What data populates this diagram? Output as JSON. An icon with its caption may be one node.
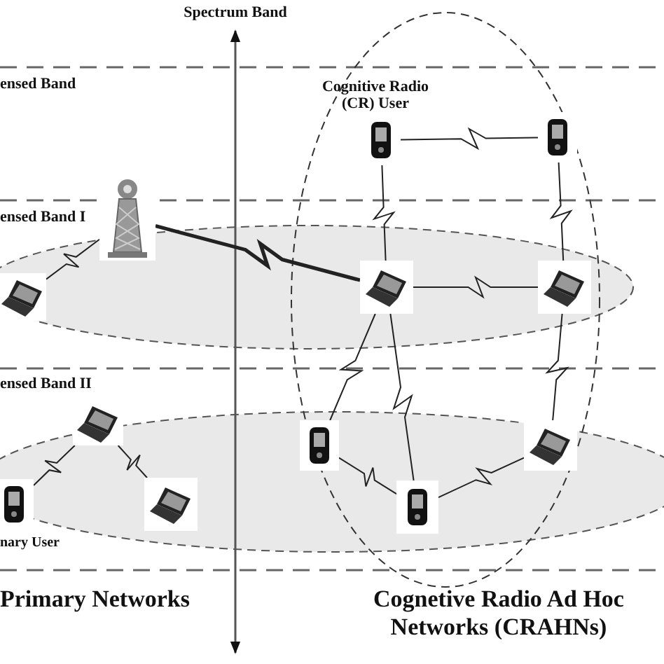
{
  "diagram": {
    "nodes": [
      {
        "text": [],
        "shape": "tower"
      },
      {
        "text": [],
        "shape": "laptop"
      },
      {
        "text": [],
        "shape": "laptop"
      },
      {
        "text": [],
        "shape": "phone",
        "beside": [
          "nary User"
        ]
      },
      {
        "text": [],
        "shape": "laptop"
      },
      {
        "text": [],
        "shape": "phone",
        "beside": [
          "Cognitive Radio (CR) User"
        ]
      },
      {
        "text": [],
        "shape": "phone"
      },
      {
        "text": [],
        "shape": "laptop"
      },
      {
        "text": [],
        "shape": "laptop"
      },
      {
        "text": [],
        "shape": "phone"
      },
      {
        "text": [],
        "shape": "laptop"
      },
      {
        "text": [],
        "shape": "phone"
      }
    ],
    "edges": [
      {
        "from": 0,
        "to": 1,
        "arrow": "none"
      },
      {
        "from": 0,
        "to": 7,
        "arrow": "none",
        "style": "thick"
      },
      {
        "from": 5,
        "to": 6,
        "arrow": "none"
      },
      {
        "from": 5,
        "to": 7,
        "arrow": "none"
      },
      {
        "from": 6,
        "to": 8,
        "arrow": "none"
      },
      {
        "from": 7,
        "to": 8,
        "arrow": "none"
      },
      {
        "from": 7,
        "to": 9,
        "arrow": "none"
      },
      {
        "from": 7,
        "to": 11,
        "arrow": "none"
      },
      {
        "from": 8,
        "to": 10,
        "arrow": "none"
      },
      {
        "from": 9,
        "to": 11,
        "arrow": "none"
      },
      {
        "from": 11,
        "to": 10,
        "arrow": "none"
      },
      {
        "from": 2,
        "to": 3,
        "arrow": "none"
      },
      {
        "from": 2,
        "to": 4,
        "arrow": "none"
      }
    ],
    "labels": [
      "Spectrum Band",
      "ensed Band",
      "ensed Band I",
      "ensed Band II",
      "Primary Networks",
      "Cognetive Radio Ad Hoc Networks (CRAHNs)"
    ]
  }
}
